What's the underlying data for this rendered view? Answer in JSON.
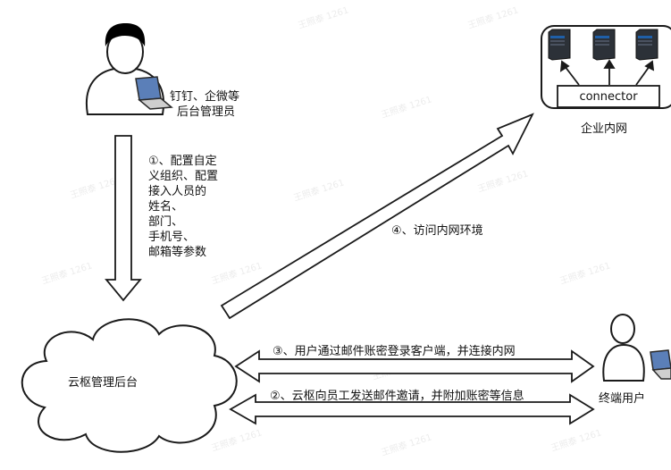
{
  "admin": {
    "label_lines": [
      "钉钉、企微等",
      "后台管理员"
    ]
  },
  "step1": {
    "lines": [
      "①、配置自定",
      "义组织、配置",
      "接入人员的",
      "姓名、",
      "部门、",
      "手机号、",
      "邮箱等参数"
    ]
  },
  "intranet": {
    "connector_label": "connector",
    "caption": "企业内网"
  },
  "step4": {
    "label": "④、访问内网环境"
  },
  "cloud": {
    "label": "云枢管理后台"
  },
  "step3": {
    "label": "③、用户通过邮件账密登录客户端，并连接内网"
  },
  "step2": {
    "label": "②、云枢向员工发送邮件邀请，并附加账密等信息"
  },
  "end_user": {
    "label": "终端用户"
  },
  "watermark": {
    "text": "王照泰 1261"
  },
  "colors": {
    "stroke": "#1a1a1a",
    "server_body": "#2c3138",
    "server_accent": "#1f5fa8",
    "laptop_screen": "#5b7fb8",
    "watermark": "#e8e8e8"
  }
}
